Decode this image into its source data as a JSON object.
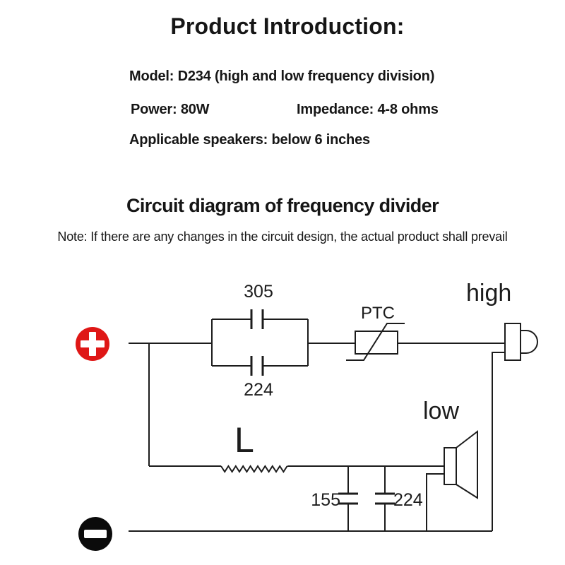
{
  "header": {
    "title": "Product Introduction:"
  },
  "specs": {
    "model": "Model: D234 (high and low frequency division)",
    "power": "Power: 80W",
    "impedance": "Impedance: 4-8 ohms",
    "applicable": "Applicable speakers: below 6 inches"
  },
  "section": {
    "heading": "Circuit diagram of frequency divider",
    "note": "Note: If there are any changes in the circuit design, the actual product shall prevail"
  },
  "circuit": {
    "labels": {
      "hp_cap_top": "305",
      "hp_cap_bottom": "224",
      "ptc": "PTC",
      "tweeter": "high",
      "woofer": "low",
      "inductor": "L",
      "lp_cap_left": "155",
      "lp_cap_right": "224"
    },
    "icons": {
      "positive_terminal": "plus-icon",
      "negative_terminal": "minus-icon",
      "tweeter": "tweeter-speaker-icon",
      "woofer": "woofer-speaker-icon"
    },
    "colors": {
      "positive_terminal": "#df1716",
      "negative_terminal": "#0b0b0b",
      "wire": "#1c1c1c",
      "background": "#ffffff"
    }
  }
}
